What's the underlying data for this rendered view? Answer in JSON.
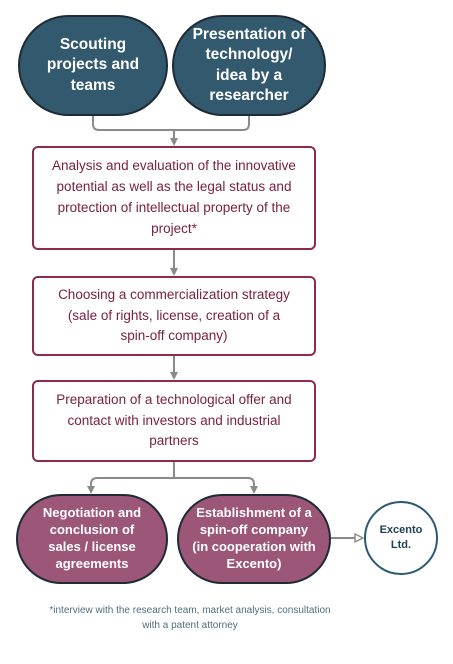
{
  "nodes": {
    "scouting": "Scouting projects and teams",
    "presentation": "Presentation of technology/ idea by a researcher",
    "analysis": "Analysis and evaluation of the innovative potential as well as the legal status and protection of intellectual property of the project*",
    "strategy": "Choosing a commercialization strategy (sale of rights, license, creation of a spin-off company)",
    "preparation": "Preparation of a technological offer and contact with investors and industrial partners",
    "negotiation": "Negotiation and conclusion of sales / license agreements",
    "establishment": "Establishment of a spin-off company (in cooperation with Excento)",
    "excento": "Excento Ltd."
  },
  "footnote": "*interview with the research team, market analysis, consultation with a patent attorney",
  "colors": {
    "top_pill_fill": "#33596e",
    "bottom_pill_fill": "#9b5678",
    "box_border": "#8c2b4e",
    "box_text": "#7a2042",
    "connector": "#8a8a8a"
  }
}
